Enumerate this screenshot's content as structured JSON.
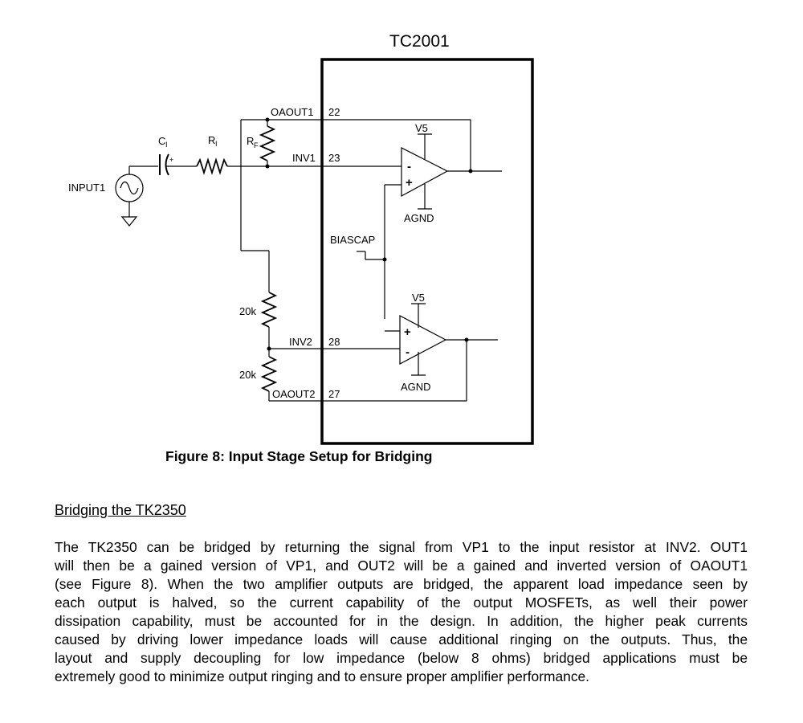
{
  "diagram": {
    "chip_label": "TC2001",
    "source_label": "INPUT1",
    "capacitor_label": "C",
    "capacitor_subscript": "I",
    "capacitor_polarity": "+",
    "input_resistor_label": "R",
    "input_resistor_subscript": "I",
    "feedback_resistor_label": "R",
    "feedback_resistor_subscript": "F",
    "resistor_top_value": "20k",
    "resistor_bottom_value": "20k",
    "pin_oaout1": "OAOUT1",
    "pin_oaout1_num": "22",
    "pin_inv1": "INV1",
    "pin_inv1_num": "23",
    "pin_inv2": "INV2",
    "pin_inv2_num": "28",
    "pin_oaout2": "OAOUT2",
    "pin_oaout2_num": "27",
    "biascap_label": "BIASCAP",
    "amp1_supply": "V5",
    "amp1_ground": "AGND",
    "amp2_supply": "V5",
    "amp2_ground": "AGND",
    "amp1_minus": "-",
    "amp1_plus": "+",
    "amp2_plus": "+",
    "amp2_minus": "-"
  },
  "figure_caption": "Figure 8: Input Stage Setup for Bridging",
  "section_heading": "Bridging the TK2350",
  "body_lines": [
    "The TK2350 can be bridged by returning the signal from VP1 to the input resistor at INV2.  OUT1",
    "will then be a gained version of VP1, and OUT2 will be a gained and inverted version of OAOUT1",
    "(see Figure 8).  When the two amplifier outputs are bridged, the apparent load impedance seen by",
    "each output is halved, so the current capability of the output MOSFETs, as well their power",
    "dissipation capability, must be accounted for in the design.  In addition, the higher peak currents",
    "caused by driving lower impedance loads will cause additional ringing on the outputs.  Thus, the",
    "layout and supply decoupling for low impedance (below 8 ohms) bridged applications must be",
    "extremely good to minimize output ringing and to ensure proper amplifier performance."
  ]
}
